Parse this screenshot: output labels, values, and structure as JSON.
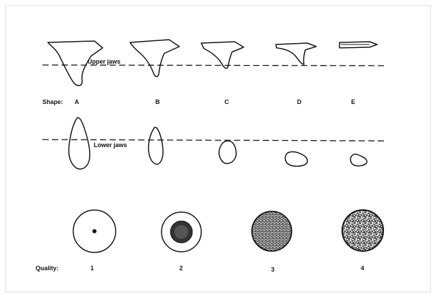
{
  "labels": {
    "upper_jaws": "Upper jaws",
    "lower_jaws": "Lower jaws",
    "shape_prefix": "Shape:",
    "quality_prefix": "Quality:"
  },
  "shapes": [
    "A",
    "B",
    "C",
    "D",
    "E"
  ],
  "qualities": [
    "1",
    "2",
    "3",
    "4"
  ],
  "colors": {
    "line": "#111111",
    "background": "#ffffff",
    "border": "#d8d8d8",
    "dense_bone": "#333333"
  }
}
